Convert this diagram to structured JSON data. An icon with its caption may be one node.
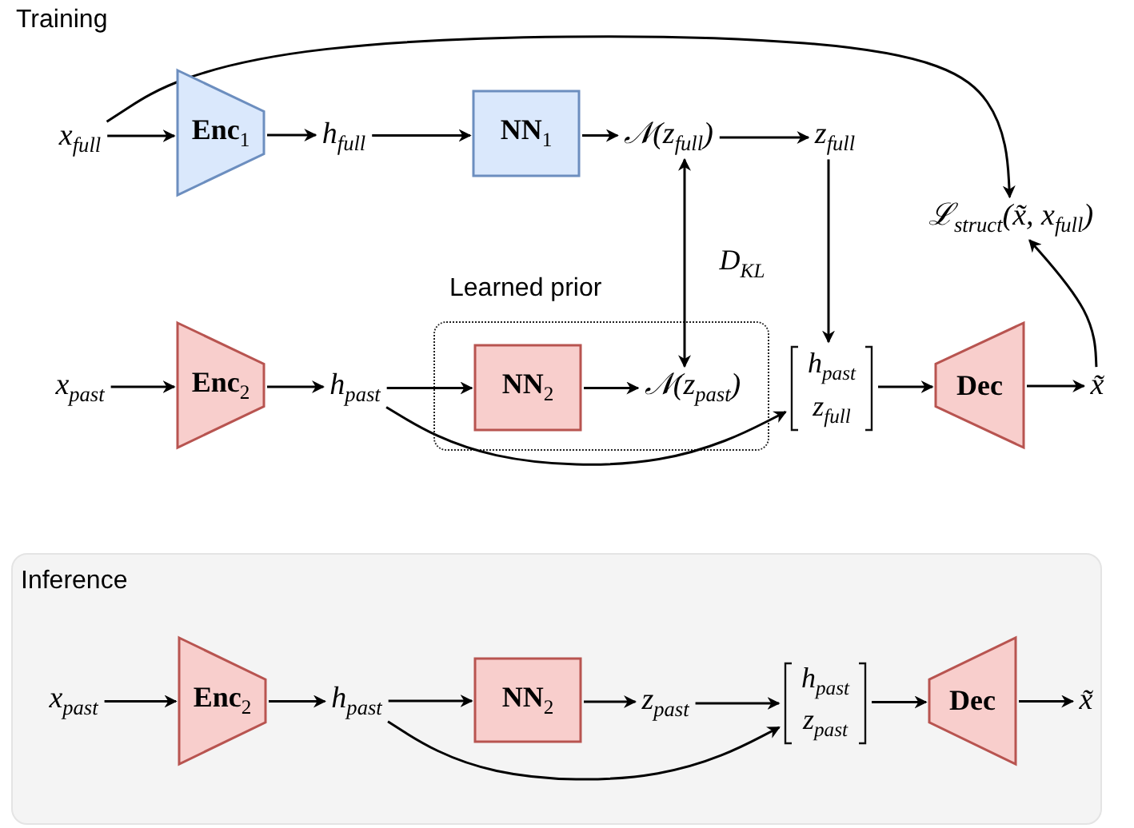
{
  "diagram": {
    "nodes": [
      {
        "text": [
          "x$_{full}$"
        ]
      },
      {
        "text": [
          "Enc$_{1}$"
        ]
      },
      {
        "text": [
          "h$_{full}$"
        ]
      },
      {
        "text": [
          "NN$_{1}$"
        ]
      },
      {
        "text": [
          "𝒩(z$_{full}$)"
        ]
      },
      {
        "text": [
          "z$_{full}$"
        ]
      },
      {
        "text": [
          "ℒ$_{struct}$(x̃, x$_{full}$)"
        ]
      },
      {
        "text": [
          "x$_{past}$"
        ]
      },
      {
        "text": [
          "Enc$_{2}$"
        ]
      },
      {
        "text": [
          "h$_{past}$"
        ]
      },
      {
        "text": [
          "Learned prior"
        ]
      },
      {
        "text": [
          "NN$_{2}$"
        ],
        "in": 10
      },
      {
        "text": [
          "𝒩(z$_{past}$)"
        ],
        "in": 10
      },
      {
        "text": [
          "h$_{past}$",
          "z$_{full}$"
        ]
      },
      {
        "text": [
          "Dec"
        ]
      },
      {
        "text": [
          "x̃"
        ]
      },
      {
        "text": [
          "Inference"
        ]
      },
      {
        "text": [
          "x$_{past}$"
        ],
        "in": 16
      },
      {
        "text": [
          "Enc$_{2}$"
        ],
        "in": 16
      },
      {
        "text": [
          "h$_{past}$"
        ],
        "in": 16
      },
      {
        "text": [
          "NN$_{2}$"
        ],
        "in": 16
      },
      {
        "text": [
          "z$_{past}$"
        ],
        "in": 16
      },
      {
        "text": [
          "h$_{past}$",
          "z$_{past}$"
        ],
        "in": 16
      },
      {
        "text": [
          "Dec"
        ],
        "in": 16
      },
      {
        "text": [
          "x̃"
        ],
        "in": 16
      }
    ],
    "edges": [
      {
        "from": 0,
        "to": 1,
        "arrow": "to"
      },
      {
        "from": 1,
        "to": 2,
        "arrow": "to"
      },
      {
        "from": 2,
        "to": 3,
        "arrow": "to"
      },
      {
        "from": 3,
        "to": 4,
        "arrow": "to"
      },
      {
        "from": 4,
        "to": 5,
        "arrow": "to"
      },
      {
        "from": 0,
        "to": 6,
        "arrow": "to"
      },
      {
        "from": 4,
        "to": 12,
        "arrow": "both",
        "label": "D$_{KL}$"
      },
      {
        "from": 5,
        "to": 13,
        "arrow": "to"
      },
      {
        "from": 7,
        "to": 8,
        "arrow": "to"
      },
      {
        "from": 8,
        "to": 9,
        "arrow": "to"
      },
      {
        "from": 9,
        "to": 11,
        "arrow": "to"
      },
      {
        "from": 11,
        "to": 12,
        "arrow": "to"
      },
      {
        "from": 9,
        "to": 13,
        "arrow": "to"
      },
      {
        "from": 13,
        "to": 14,
        "arrow": "to"
      },
      {
        "from": 14,
        "to": 15,
        "arrow": "to"
      },
      {
        "from": 15,
        "to": 6,
        "arrow": "to"
      },
      {
        "from": 17,
        "to": 18,
        "arrow": "to"
      },
      {
        "from": 18,
        "to": 19,
        "arrow": "to"
      },
      {
        "from": 19,
        "to": 20,
        "arrow": "to"
      },
      {
        "from": 20,
        "to": 21,
        "arrow": "to"
      },
      {
        "from": 21,
        "to": 22,
        "arrow": "to"
      },
      {
        "from": 19,
        "to": 22,
        "arrow": "to"
      },
      {
        "from": 22,
        "to": 23,
        "arrow": "to"
      },
      {
        "from": 23,
        "to": 24,
        "arrow": "to"
      }
    ],
    "labels": [
      "Training"
    ]
  }
}
